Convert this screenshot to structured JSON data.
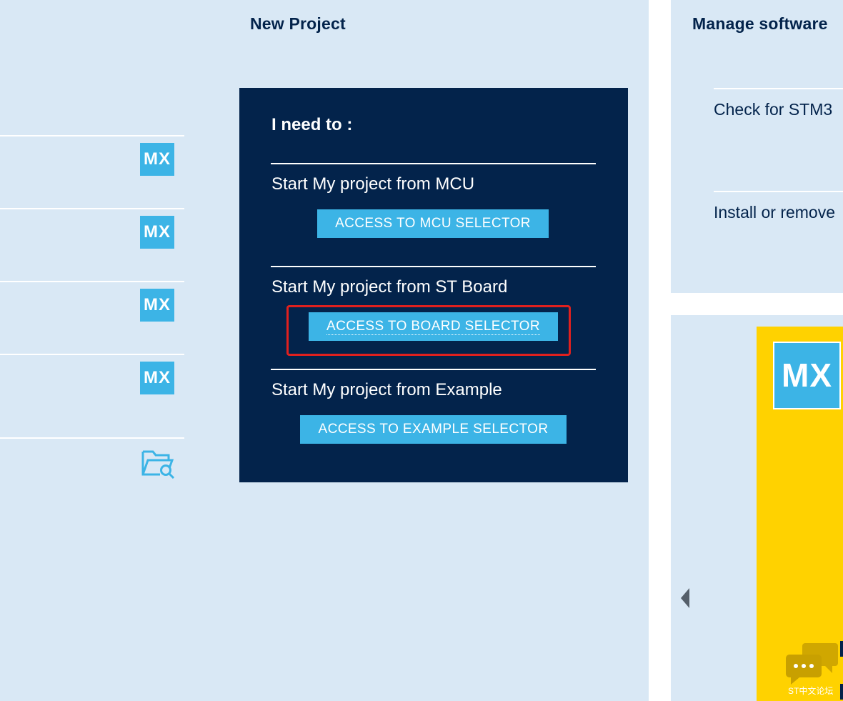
{
  "new_project": {
    "title": "New Project"
  },
  "recent_projects": {
    "items": [
      {
        "icon": "mx-logo-icon",
        "icon_text": "MX"
      },
      {
        "icon": "mx-logo-icon",
        "icon_text": "MX"
      },
      {
        "icon": "mx-logo-icon",
        "icon_text": "MX"
      },
      {
        "icon": "mx-logo-icon",
        "icon_text": "MX"
      }
    ],
    "browse_icon": "folder-search-icon"
  },
  "need_to": {
    "title": "I need to :",
    "sections": [
      {
        "label": "Start My project from MCU",
        "button": "ACCESS TO MCU SELECTOR"
      },
      {
        "label": "Start My project from ST Board",
        "button": "ACCESS TO BOARD SELECTOR"
      },
      {
        "label": "Start My project from Example",
        "button": "ACCESS TO EXAMPLE SELECTOR"
      }
    ],
    "highlighted_button": "ACCESS TO BOARD SELECTOR"
  },
  "manage_software": {
    "title": "Manage software",
    "items": [
      {
        "label": "Check for STM3"
      },
      {
        "label": "Install or remove"
      }
    ]
  },
  "carousel": {
    "card_logo": "MX",
    "prev_icon": "chevron-left-icon"
  },
  "watermark": {
    "icon": "chat-bubbles-icon",
    "text": "ST中文论坛"
  },
  "colors": {
    "background": "#d9e8f5",
    "navy": "#03234b",
    "accent": "#3cb4e6",
    "card_yellow": "#ffd200",
    "highlight": "#e0201e"
  }
}
